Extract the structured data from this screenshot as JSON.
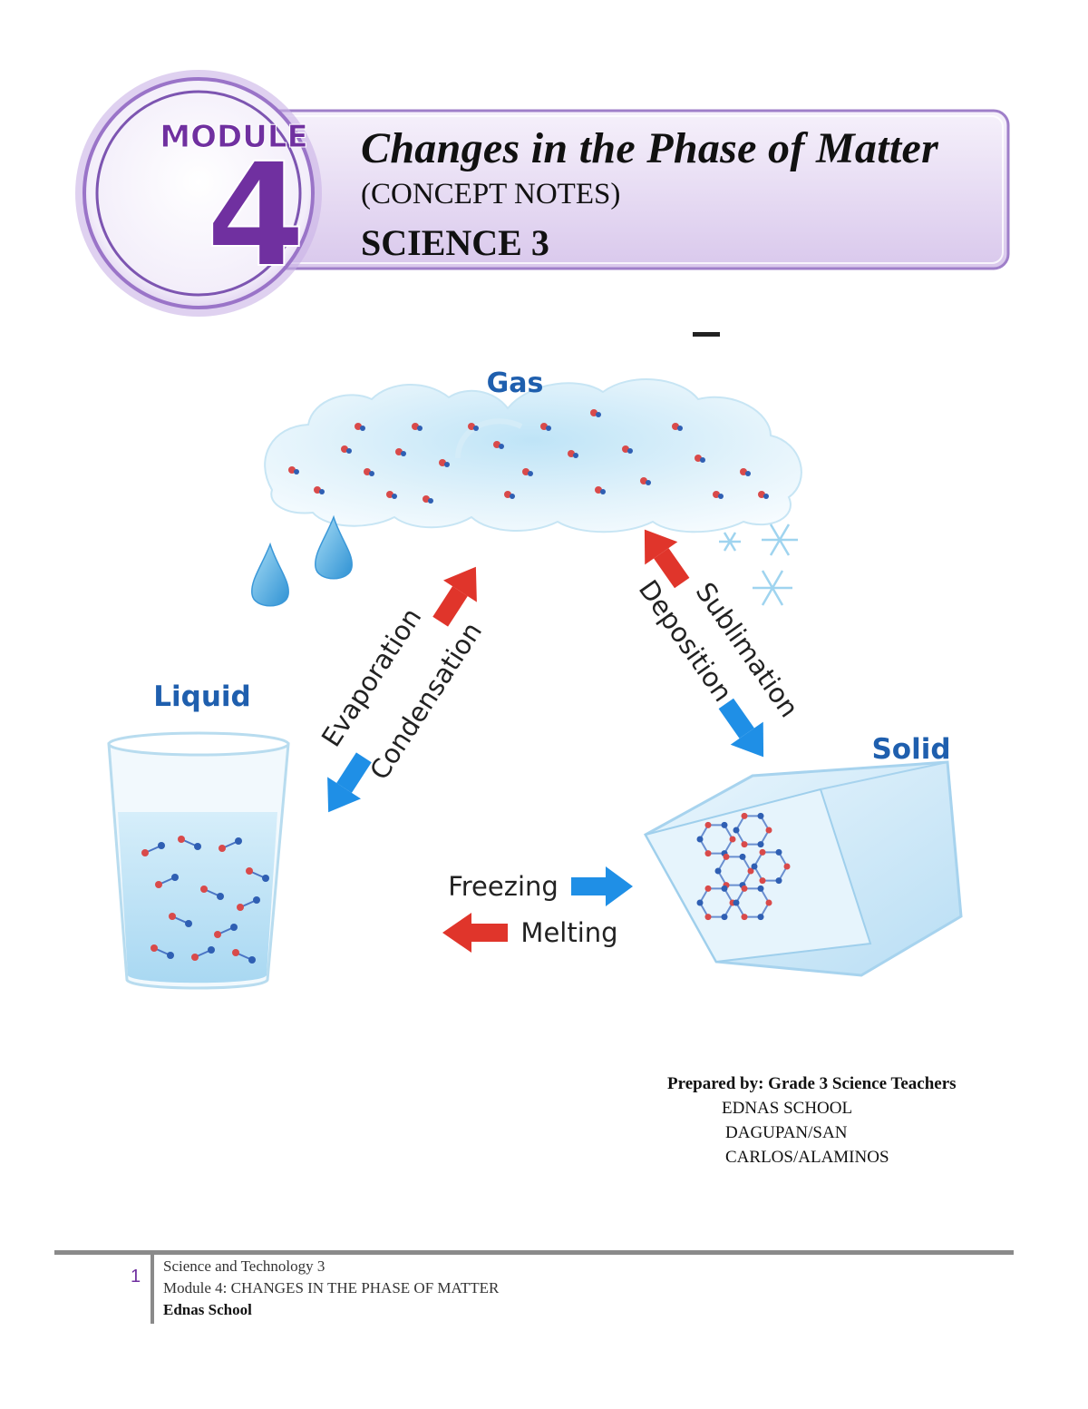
{
  "header": {
    "badge_word": "MODULE",
    "badge_number": "4",
    "title": "Changes in the Phase of Matter",
    "subtitle": "(CONCEPT NOTES)",
    "subject": "SCIENCE 3"
  },
  "diagram": {
    "states": {
      "gas": "Gas",
      "liquid": "Liquid",
      "solid": "Solid"
    },
    "processes": {
      "evaporation": "Evaporation",
      "condensation": "Condensation",
      "sublimation": "Sublimation",
      "deposition": "Deposition",
      "freezing": "Freezing",
      "melting": "Melting"
    },
    "colors": {
      "red_arrow": "#e0352b",
      "blue_arrow": "#1f8fe6",
      "label_blue": "#1f5fae"
    }
  },
  "prepared": {
    "line1": "Prepared by: Grade 3 Science Teachers",
    "line2": "EDNAS SCHOOL",
    "line3": "DAGUPAN/SAN",
    "line4": "CARLOS/ALAMINOS"
  },
  "footer": {
    "page_number": "1",
    "line1": "Science and Technology 3",
    "line2": "Module 4: CHANGES IN THE PHASE OF MATTER",
    "line3": "Ednas School"
  }
}
